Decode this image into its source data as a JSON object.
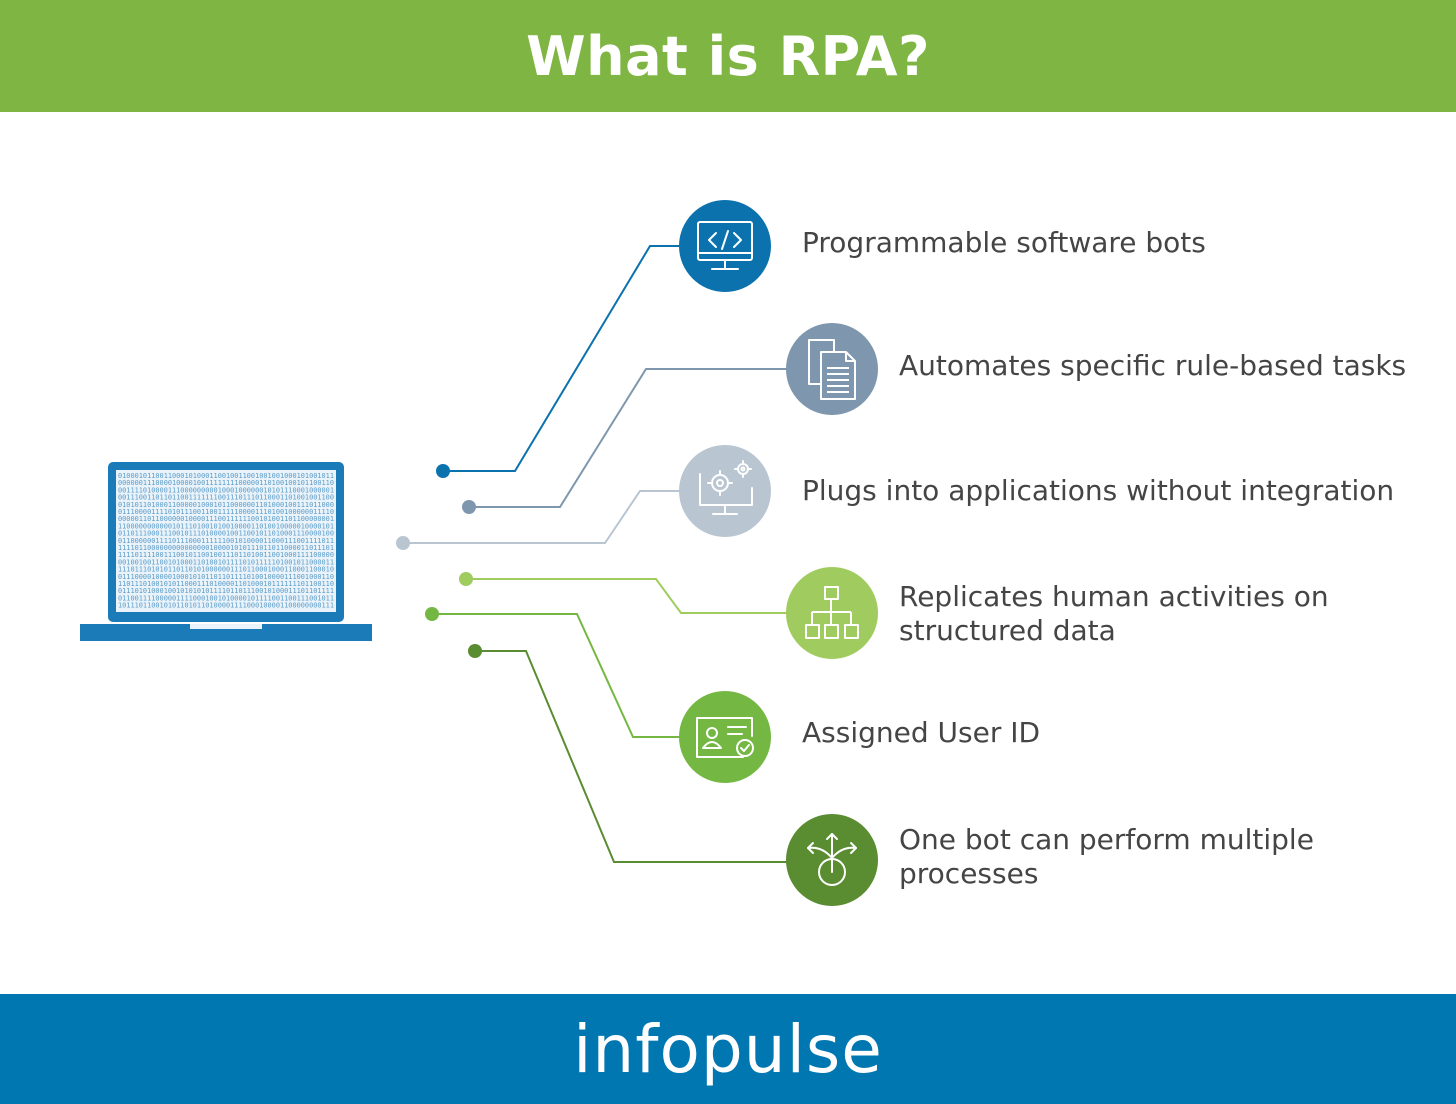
{
  "header": {
    "title": "What is RPA?"
  },
  "footer": {
    "brand": "infopulse"
  },
  "colors": {
    "header_green": "#7fb542",
    "footer_blue": "#0077b0",
    "laptop_blue": "#1a7bb8"
  },
  "items": [
    {
      "label": "Programmable software bots",
      "icon": "monitor-code-icon",
      "color": "#0b72ad"
    },
    {
      "label": "Automates specific rule-based tasks",
      "icon": "documents-icon",
      "color": "#7e97ae"
    },
    {
      "label": "Plugs into applications without integration",
      "icon": "monitor-gears-icon",
      "color": "#b9c6d2"
    },
    {
      "label_line1": "Replicates human activities on",
      "label_line2": "structured data",
      "icon": "hierarchy-icon",
      "color": "#a0cc5f"
    },
    {
      "label": "Assigned User ID",
      "icon": "id-card-icon",
      "color": "#74b843"
    },
    {
      "label_line1": "One bot can perform multiple",
      "label_line2": "processes",
      "icon": "branching-arrows-icon",
      "color": "#5a8c32"
    }
  ]
}
